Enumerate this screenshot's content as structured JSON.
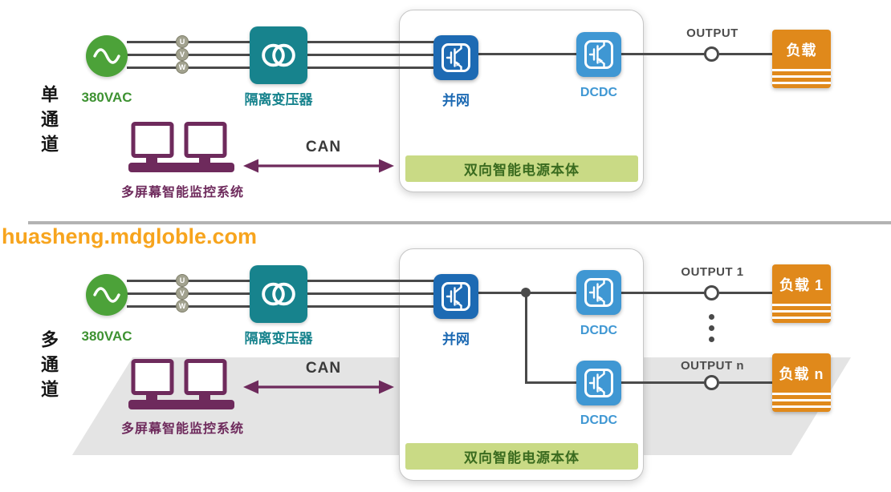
{
  "watermark": "huasheng.mdgloble.com",
  "colors": {
    "ac_green": "#4ca239",
    "ac_green_text": "#3e9232",
    "teal": "#17838d",
    "inverter_blue": "#1d6ab3",
    "dcdc_blue": "#3f97d3",
    "load_orange": "#e0891b",
    "purple": "#6e2a5c",
    "bar_green": "#c9da85",
    "bar_text_green": "#3a6b1f",
    "watermark_orange": "#f7a41d"
  },
  "sections": {
    "single": {
      "side_label": "单通道",
      "source_label": "380VAC",
      "phases": [
        "U",
        "V",
        "W"
      ],
      "transformer_label": "隔离变压器",
      "inverter_label": "并网",
      "dcdc_label": "DCDC",
      "output_label": "OUTPUT",
      "load_label": "负载",
      "monitor_label": "多屏幕智能监控系统",
      "can_label": "CAN",
      "unit_label": "双向智能电源本体"
    },
    "multi": {
      "side_label": "多通道",
      "source_label": "380VAC",
      "phases": [
        "U",
        "V",
        "W"
      ],
      "transformer_label": "隔离变压器",
      "inverter_label": "并网",
      "dcdc1_label": "DCDC",
      "dcdc2_label": "DCDC",
      "output1_label": "OUTPUT 1",
      "outputn_label": "OUTPUT n",
      "load1_label": "负载 1",
      "loadn_label": "负载 n",
      "monitor_label": "多屏幕智能监控系统",
      "can_label": "CAN",
      "unit_label": "双向智能电源本体"
    }
  }
}
